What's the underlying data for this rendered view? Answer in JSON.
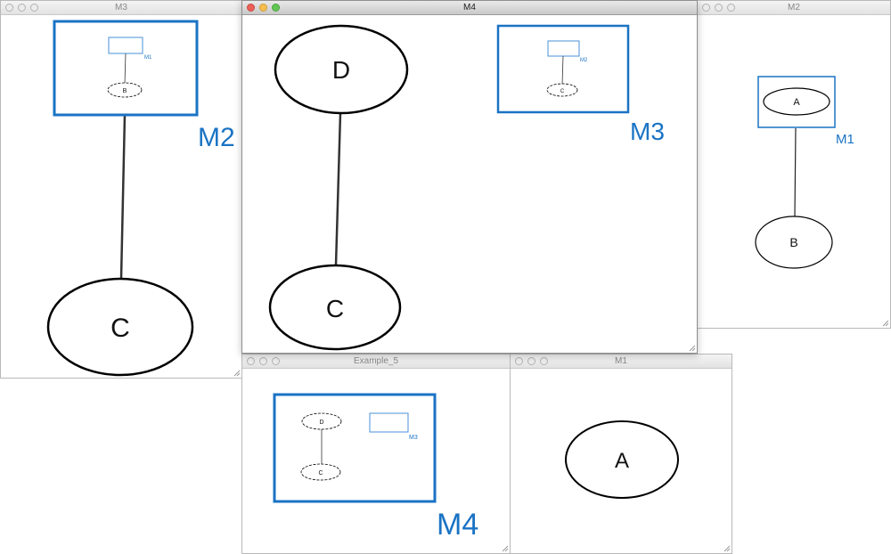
{
  "windows": {
    "m3": {
      "title": "M3",
      "module_label": "M2",
      "inner_label": "M1",
      "inner_node": "B",
      "node": "C"
    },
    "m4": {
      "title": "M4",
      "node_top": "D",
      "node_bottom": "C",
      "module_label": "M3",
      "inner_label": "M2",
      "inner_node": "C"
    },
    "m2": {
      "title": "M2",
      "module_label": "M1",
      "inner_node": "A",
      "node": "B"
    },
    "example": {
      "title": "Example_5",
      "module_label": "M4",
      "inner_label": "M3",
      "inner_node_top": "D",
      "inner_node_bottom": "C"
    },
    "m1": {
      "title": "M1",
      "node": "A"
    }
  },
  "colors": {
    "module_blue": "#1a73c4",
    "node_stroke": "#000000",
    "window_bg": "#ffffff"
  }
}
